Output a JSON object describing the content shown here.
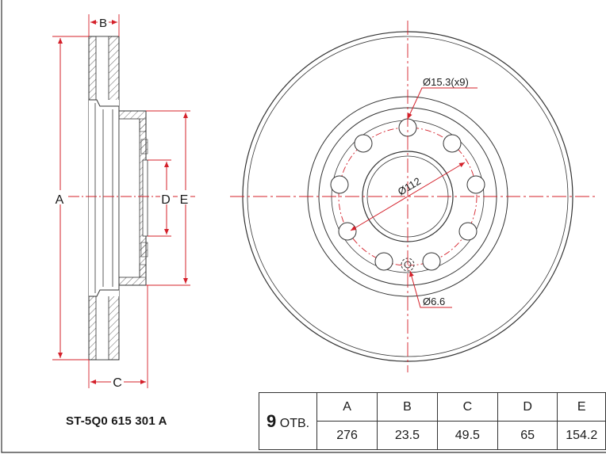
{
  "dimension_letters": {
    "a": "A",
    "b": "B",
    "c": "C",
    "d": "D",
    "e": "E"
  },
  "front_view": {
    "bolt_hole_label": "Ø15.3(x9)",
    "pcd_label": "Ø112",
    "small_hole_label": "Ø6.6"
  },
  "part_number": "ST-5Q0 615 301 A",
  "spec_table": {
    "holes_count": "9",
    "holes_unit": "ОТВ.",
    "headers": [
      "A",
      "B",
      "C",
      "D",
      "E"
    ],
    "values": [
      "276",
      "23.5",
      "49.5",
      "65",
      "154.2"
    ]
  },
  "colors": {
    "dimension_red": "#d4202a",
    "line": "#333333"
  }
}
